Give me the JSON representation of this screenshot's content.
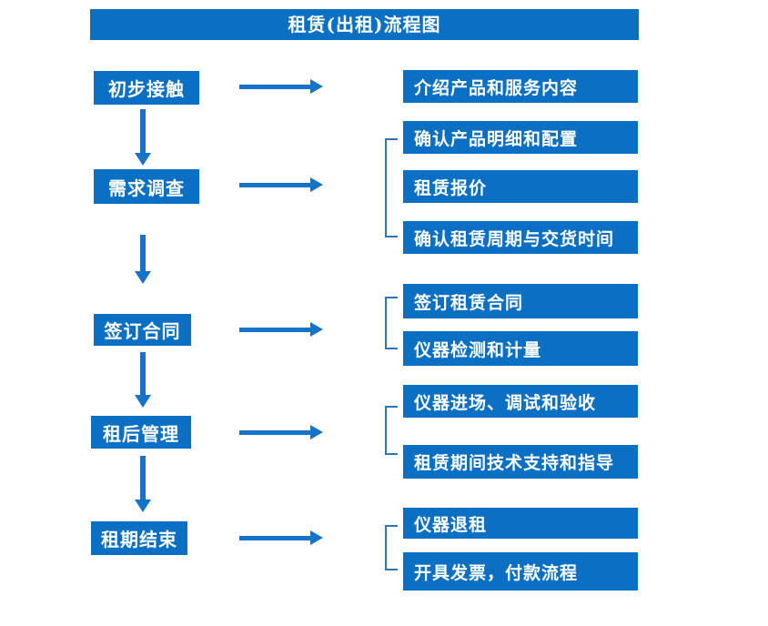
{
  "header": {
    "title": "租赁(出租)流程图"
  },
  "flow": {
    "steps": [
      {
        "label": "初步接触"
      },
      {
        "label": "需求调查"
      },
      {
        "label": "签订合同"
      },
      {
        "label": "租后管理"
      },
      {
        "label": "租期结束"
      }
    ],
    "details": [
      {
        "label": "介绍产品和服务内容"
      },
      {
        "label": "确认产品明细和配置"
      },
      {
        "label": "租赁报价"
      },
      {
        "label": "确认租赁周期与交货时间"
      },
      {
        "label": "签订租赁合同"
      },
      {
        "label": "仪器检测和计量"
      },
      {
        "label": "仪器进场、调试和验收"
      },
      {
        "label": "租赁期间技术支持和指导"
      },
      {
        "label": "仪器退租"
      },
      {
        "label": "开具发票，付款流程"
      }
    ]
  },
  "colors": {
    "box": "#0b70c3",
    "arrow": "#1673ca",
    "bracket": "#2e75b6",
    "boxtext": "#ffffff",
    "bg": "#ffffff"
  }
}
